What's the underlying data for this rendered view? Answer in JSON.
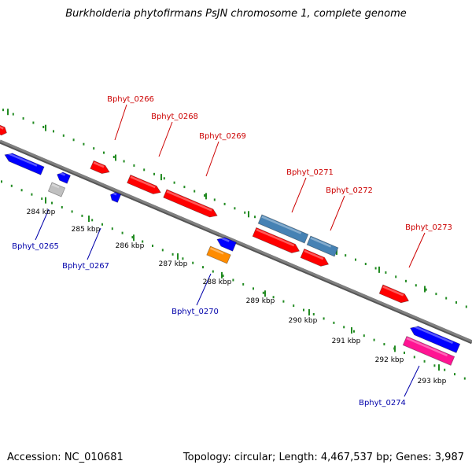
{
  "title": "Burkholderia phytofirmans PsJN chromosome 1, complete genome",
  "accession": "Accession: NC_010681",
  "topology": "Topology: circular; Length: 4,467,537 bp; Genes: 3,987",
  "colors": {
    "backbone": "#808080",
    "tick": "#228B22",
    "forward_label": "#cc0000",
    "reverse_label": "#0000aa",
    "kbp_label": "#000000",
    "gene_red": "#ff0000",
    "gene_blue": "#0000ff",
    "gene_steelblue": "#4682b4",
    "gene_orange": "#ff8c00",
    "gene_pink": "#ff1493",
    "gene_gray": "#c0c0c0"
  },
  "kbp_ticks": [
    "284 kbp",
    "285 kbp",
    "286 kbp",
    "287 kbp",
    "288 kbp",
    "289 kbp",
    "290 kbp",
    "291 kbp",
    "292 kbp",
    "293 kbp"
  ],
  "forward_genes": [
    {
      "label": "Bphyt_0266",
      "color": "gene_red"
    },
    {
      "label": "Bphyt_0268",
      "color": "gene_red"
    },
    {
      "label": "Bphyt_0269",
      "color": "gene_red"
    },
    {
      "label": "Bphyt_0271",
      "color": "gene_steelblue"
    },
    {
      "label": "Bphyt_0272",
      "color": "gene_steelblue"
    },
    {
      "label": "Bphyt_0273",
      "color": "gene_red"
    }
  ],
  "reverse_genes": [
    {
      "label": "Bphyt_0265",
      "color": "gene_gray"
    },
    {
      "label": "Bphyt_0267",
      "color": "gene_blue"
    },
    {
      "label": "Bphyt_0270",
      "color": "gene_orange"
    },
    {
      "label": "Bphyt_0274",
      "color": "gene_pink"
    }
  ]
}
